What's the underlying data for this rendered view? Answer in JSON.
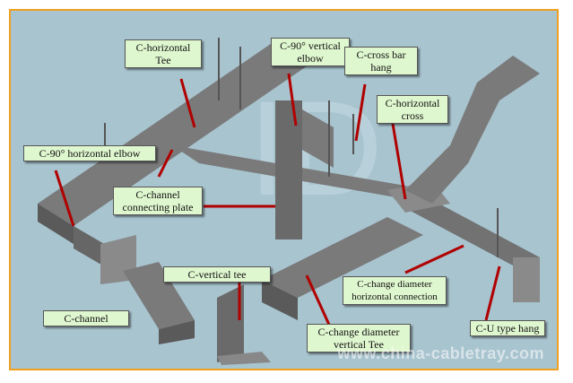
{
  "labels": {
    "horizontal_tee": "C-horizontal Tee",
    "vertical_elbow": "C-90° vertical elbow",
    "cross_bar_hang": "C-cross bar hang",
    "horizontal_cross": "C-horizontal cross",
    "horizontal_elbow": "C-90° horizontal elbow",
    "connecting_plate": "C-channel connecting plate",
    "channel": "C-channel",
    "vertical_tee": "C-vertical tee",
    "change_diameter_tee": "C-change diameter vertical Tee",
    "change_diameter_connection": "C-change diameter horizontal connection",
    "u_type_hang": "C-U type hang"
  },
  "watermark": "www.china-cabletray.com",
  "colors": {
    "frame": "#f0a020",
    "background": "#a8c4cf",
    "tray": "#6e6e6e",
    "label": "#dff7cf",
    "pointer": "#b00000"
  }
}
